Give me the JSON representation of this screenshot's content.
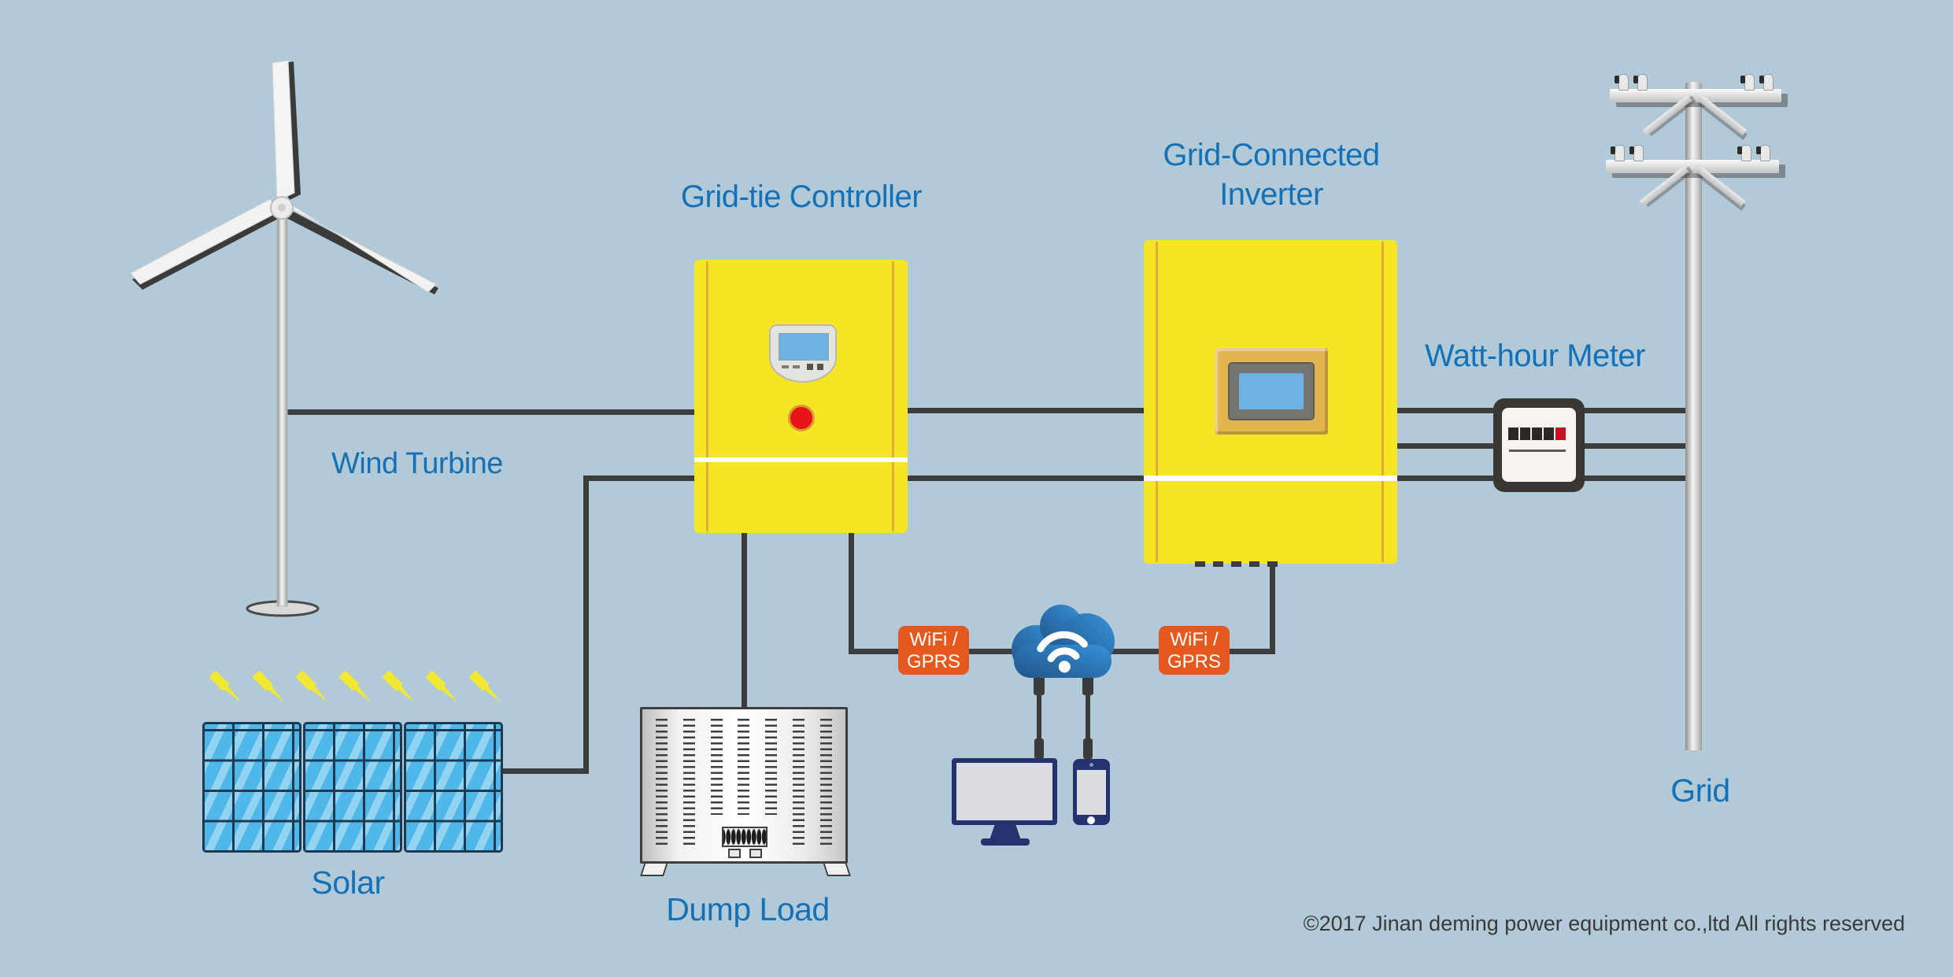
{
  "nodes": {
    "wind_turbine": {
      "label": "Wind Turbine"
    },
    "solar": {
      "label": "Solar"
    },
    "grid_tie_controller": {
      "label": "Grid-tie Controller"
    },
    "dump_load": {
      "label": "Dump Load"
    },
    "grid_connected_inverter": {
      "label_line1": "Grid-Connected",
      "label_line2": "Inverter"
    },
    "watt_hour_meter": {
      "label": "Watt-hour Meter"
    },
    "grid": {
      "label": "Grid"
    },
    "wifi_left": {
      "line1": "WiFi /",
      "line2": "GPRS"
    },
    "wifi_right": {
      "line1": "WiFi /",
      "line2": "GPRS"
    }
  },
  "footer": {
    "copyright": "©2017 Jinan deming power equipment co.,ltd All rights reserved"
  },
  "colors": {
    "background": "#b2c9d7",
    "label_blue": "#1471b8",
    "box_yellow": "#f5e522",
    "box_yellow_trim": "#dca53c",
    "accent_orange": "#e5591f",
    "wire": "#3d3d3d",
    "cloud_blue": "#2f7ec0",
    "solar_cell_blue": "#4fb8e8",
    "led_red": "#e81417",
    "meter_digit_red": "#c41323",
    "device_navy": "#24336e",
    "screen_blue": "#6cb3e3"
  },
  "icons": [
    "wind-turbine-icon",
    "solar-panel-icon",
    "sun-arrow-icon",
    "controller-display-icon",
    "power-led-icon",
    "dump-load-icon",
    "cloud-wifi-icon",
    "monitor-icon",
    "smartphone-icon",
    "watt-hour-meter-icon",
    "utility-pole-icon"
  ]
}
